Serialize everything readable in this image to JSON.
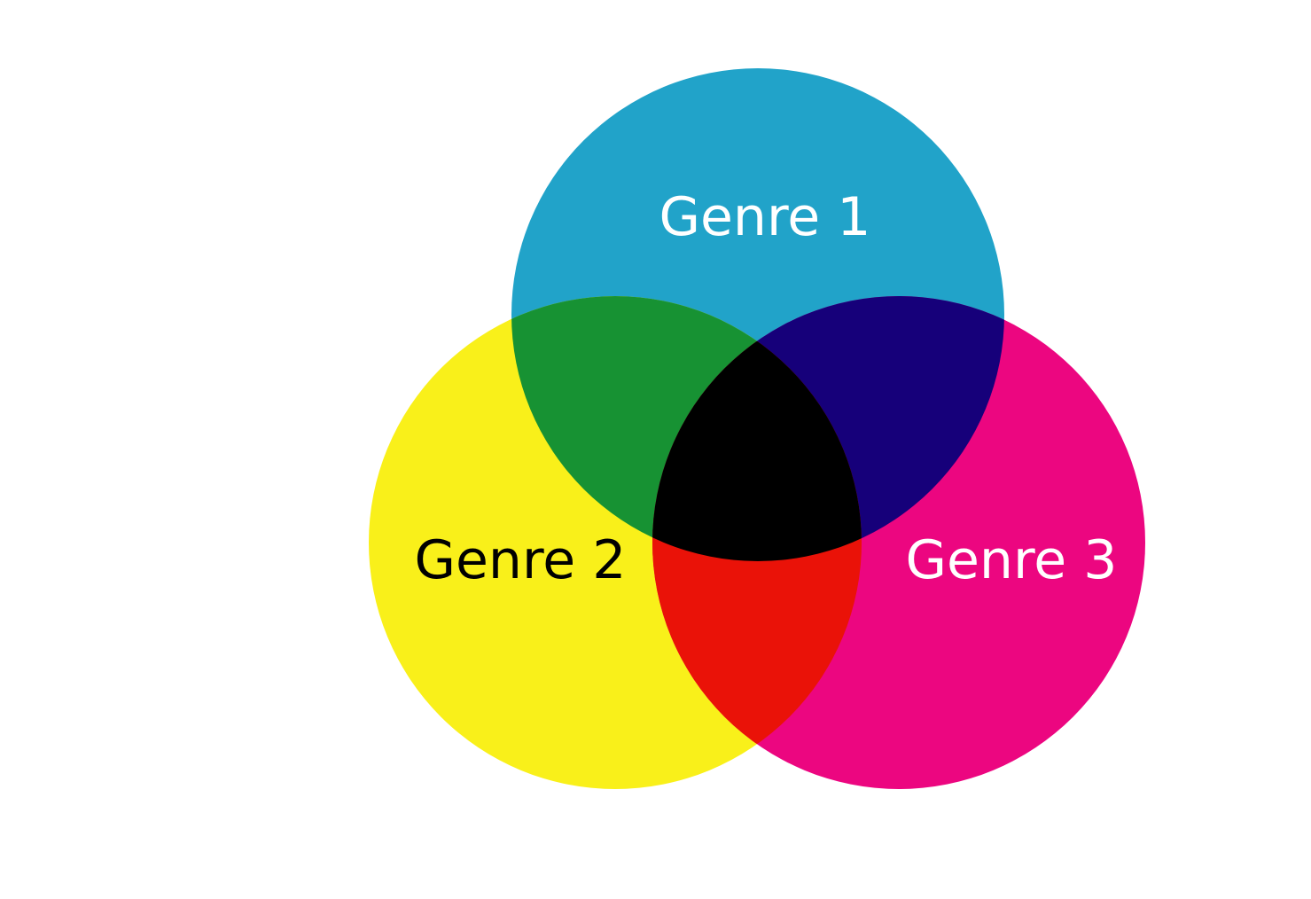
{
  "diagram": {
    "type": "venn-3",
    "sets": [
      {
        "id": "set1",
        "label": "Genre 1",
        "color": "#21a3c9",
        "label_color": "#ffffff"
      },
      {
        "id": "set2",
        "label": "Genre 2",
        "color": "#f9f01a",
        "label_color": "#000000"
      },
      {
        "id": "set3",
        "label": "Genre 3",
        "color": "#ec0680",
        "label_color": "#ffffff"
      }
    ],
    "overlaps": {
      "set1_set2": "#179233",
      "set1_set3": "#16007a",
      "set2_set3": "#ea1208",
      "all_three": "#000000"
    }
  }
}
